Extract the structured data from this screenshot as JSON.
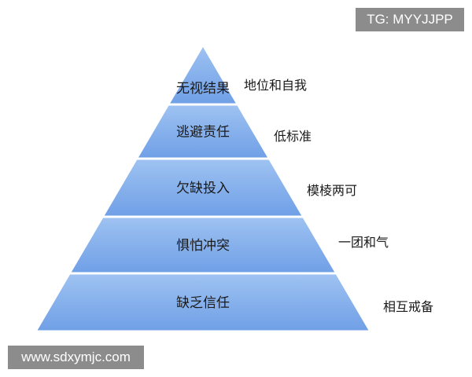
{
  "watermark": {
    "top": "TG: MYYJJPP",
    "bottom": "www.sdxymjc.com"
  },
  "pyramid": {
    "layers": [
      {
        "label": "无视结果",
        "side_label": "地位和自我"
      },
      {
        "label": "逃避责任",
        "side_label": "低标准"
      },
      {
        "label": "欠缺投入",
        "side_label": "模棱两可"
      },
      {
        "label": "惧怕冲突",
        "side_label": "一团和气"
      },
      {
        "label": "缺乏信任",
        "side_label": "相互戒备"
      }
    ]
  }
}
